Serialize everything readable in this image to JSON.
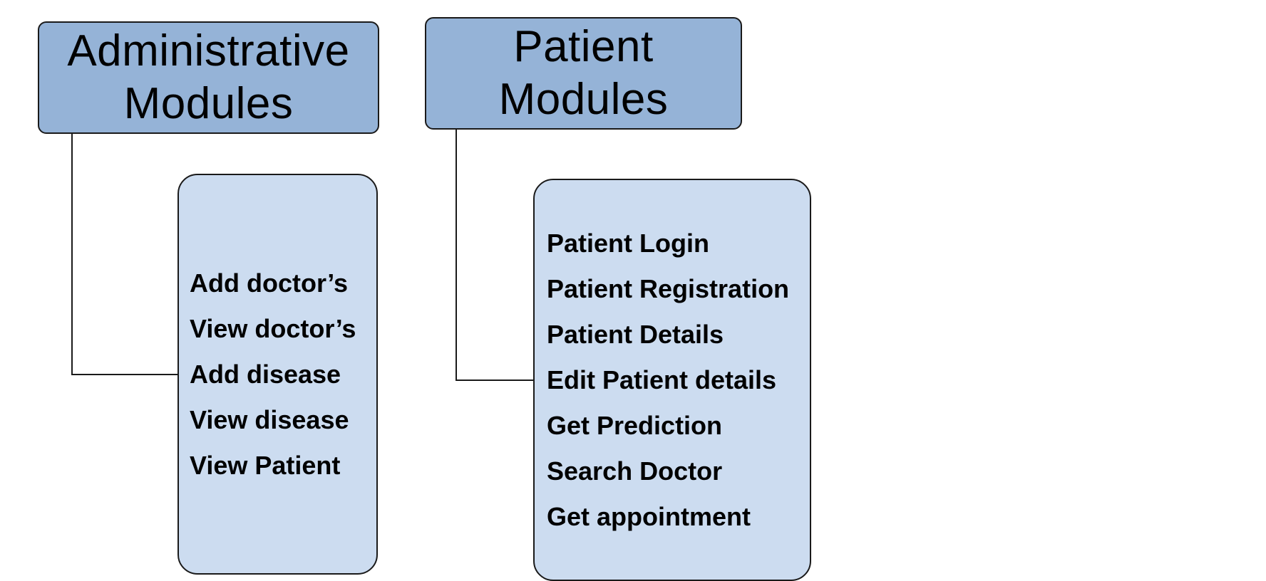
{
  "colors": {
    "header_fill": "#95b3d7",
    "list_fill": "#ccdcf0",
    "outline": "#1a1a1a",
    "text": "#000000"
  },
  "administrative": {
    "title": "Administrative\nModules",
    "items": [
      "Add doctor’s",
      "View doctor’s",
      "Add disease",
      "View disease",
      "View Patient"
    ]
  },
  "patient": {
    "title": "Patient\nModules",
    "items": [
      "Patient Login",
      "Patient Registration",
      "Patient Details",
      "Edit Patient details",
      "Get Prediction",
      "Search Doctor",
      "Get appointment"
    ]
  }
}
